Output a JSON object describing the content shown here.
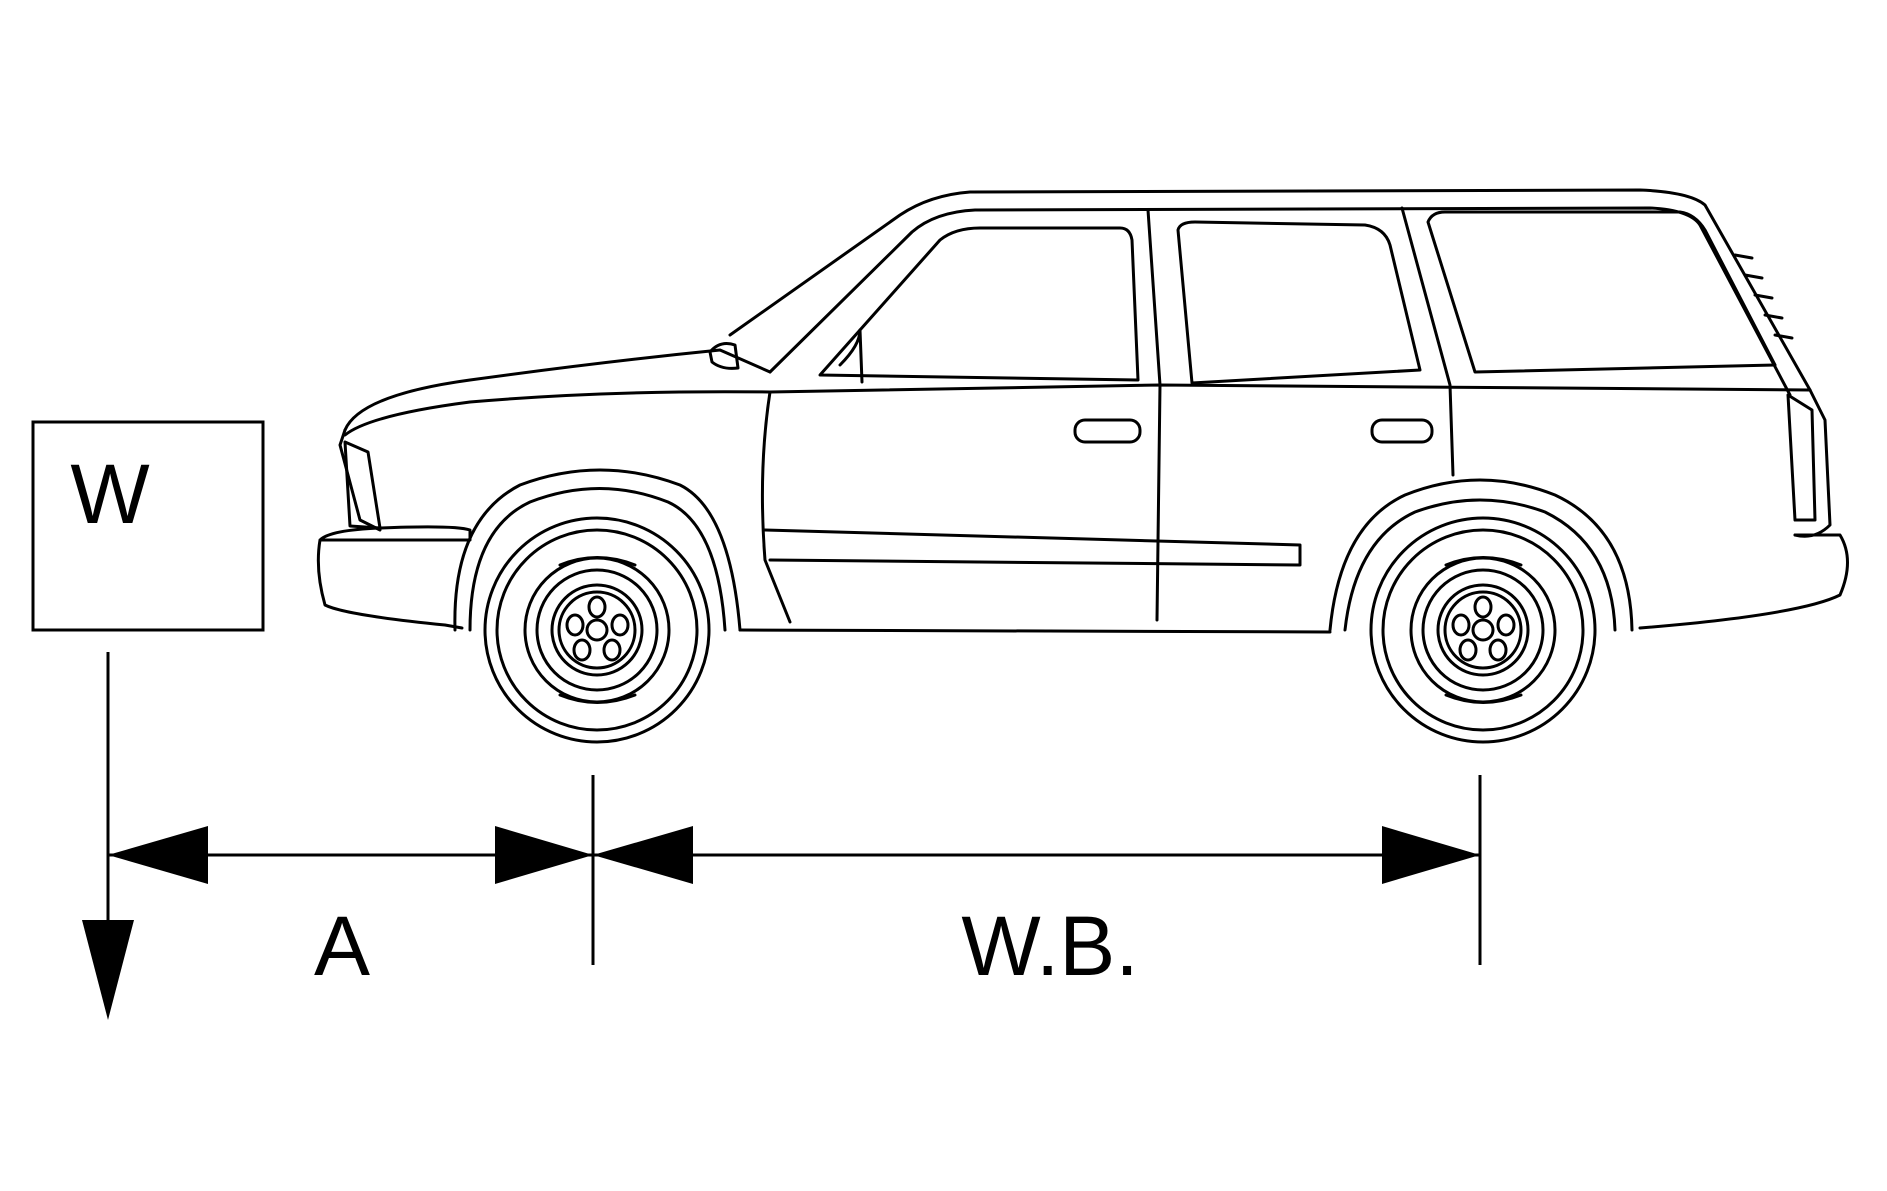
{
  "weight_box": {
    "label": "W"
  },
  "dimensions": {
    "front_overhang_label": "A",
    "wheelbase_label": "W.B."
  },
  "colors": {
    "line": "#000000",
    "background": "#ffffff"
  },
  "icons": {
    "vehicle": "suv-side-view-icon",
    "arrowheads": "filled-triangle-arrow-icon"
  }
}
